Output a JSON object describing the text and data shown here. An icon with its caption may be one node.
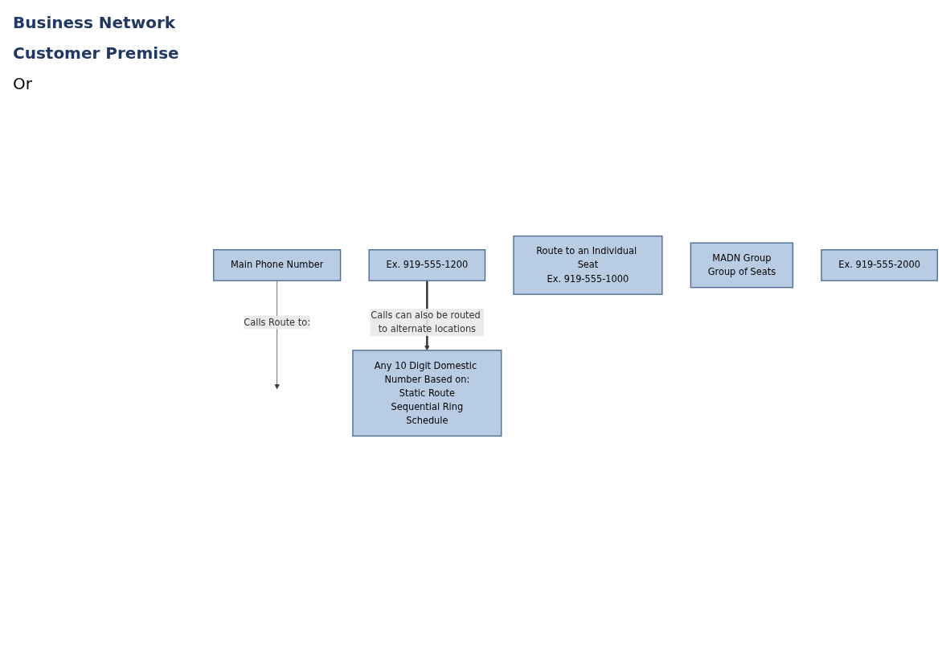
{
  "diagram": {
    "nodes": [
      {
        "text": [
          "Main Phone Number"
        ]
      },
      {
        "text": [
          "Ex. 919-555-1200"
        ]
      },
      {
        "text": [
          "Route to an Individual Seat",
          "Ex. 919-555-1000"
        ]
      },
      {
        "text": [
          "MADN Group",
          "Group of Seats"
        ]
      },
      {
        "text": [
          "Ex. 919-555-2000"
        ]
      },
      {
        "text": [
          "Any 10 Digit Domestic Number Based on:",
          "Static Route",
          "Sequential Ring",
          "Schedule"
        ]
      }
    ],
    "edges": [
      {
        "from": 0,
        "to": null,
        "arrow": "to",
        "label": "Calls Route to:"
      },
      {
        "from": 1,
        "to": 5,
        "arrow": "to",
        "label": "Calls can also be routed to alternate locations",
        "style": "thick"
      }
    ],
    "labels": [
      "Business Network",
      "Customer Premise",
      "Or"
    ]
  }
}
